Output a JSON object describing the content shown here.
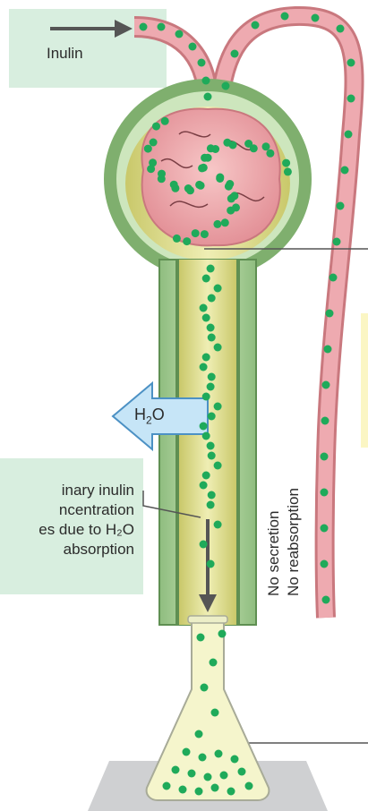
{
  "labels": {
    "inulin": "Inulin",
    "h2o_main": "H",
    "h2o_sub": "2",
    "h2o_tail": "O",
    "urinary_concentration": "inary inulin\nncentration\nes due to H₂O\nabsorption",
    "no_secretion": "No secretion",
    "no_reabsorption": "No reabsorption"
  },
  "colors": {
    "inulin_dot": "#1faa5a",
    "label_box": "#d8eedf",
    "vessel": "#e9a3a8",
    "capsule": "#9bc98e",
    "tubule_lumen": "#dedc88",
    "arrow_h2o": "#bfe0f5",
    "highlight_box": "#fbf6c4",
    "flask_fill": "#f5f5cc"
  }
}
